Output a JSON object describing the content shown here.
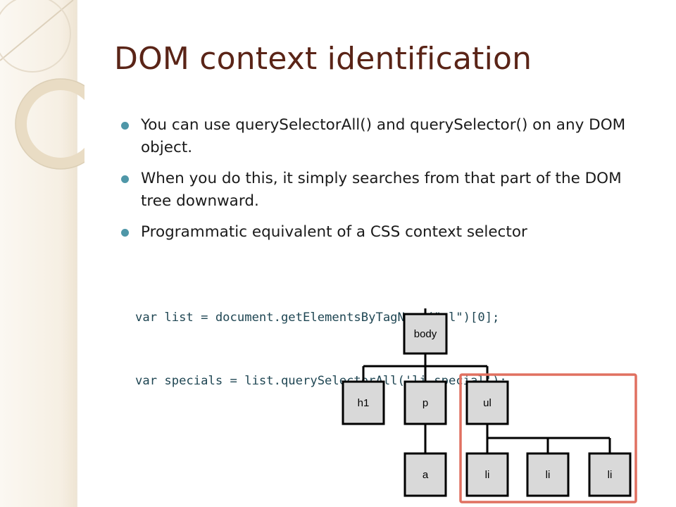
{
  "slide": {
    "title": "DOM context identification",
    "bullets": [
      "You can use querySelectorAll() and querySelector() on any DOM object.",
      "When you do this, it simply searches from that part of the DOM tree downward.",
      "Programmatic equivalent of a CSS context selector"
    ],
    "code_lines": [
      "var list = document.getElementsByTagName(\"ul\")[0];",
      "var specials = list.querySelectorAll('li.special');"
    ]
  },
  "tree": {
    "nodes": {
      "body": "body",
      "h1": "h1",
      "p": "p",
      "ul": "ul",
      "a": "a",
      "li_1": "li",
      "li_2": "li",
      "li_3": "li"
    },
    "node_fill": "#d9d9d9",
    "highlight_color": "#e07060"
  },
  "theme": {
    "title_color": "#5a2417",
    "bullet_color": "#4f97a8",
    "code_color": "#1f4653"
  }
}
